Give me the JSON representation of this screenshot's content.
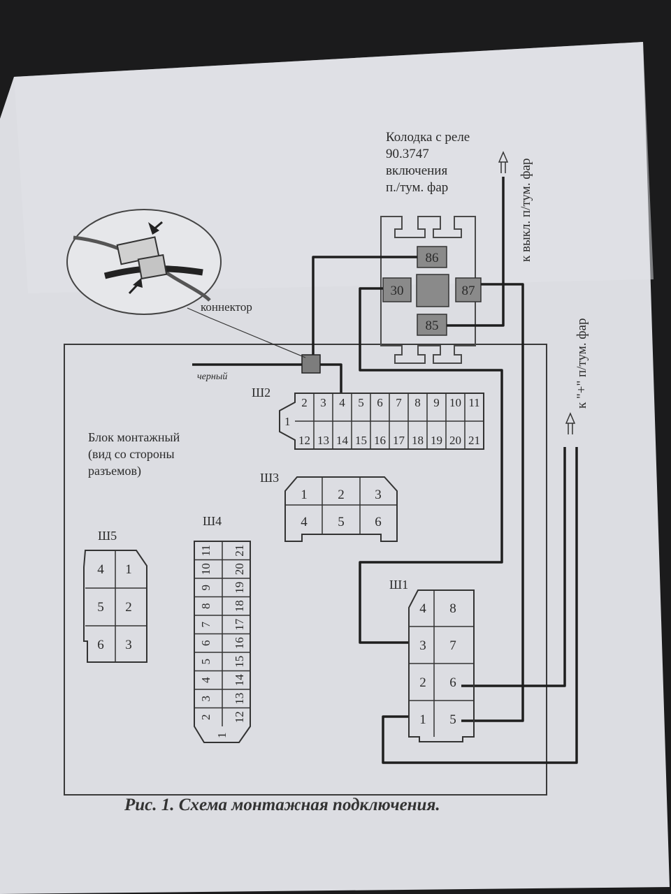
{
  "relay_block": {
    "lines": [
      "Колодка с реле",
      "90.3747",
      "включения",
      "п./тум. фар"
    ],
    "terminals": [
      "86",
      "30",
      "87",
      "85"
    ]
  },
  "labels": {
    "connector": "коннектор",
    "black_wire": "черный",
    "to_switch": "к выкл. п/тум. фар",
    "to_plus": "к \"+\" п/тум. фар",
    "mount_block": [
      "Блок монтажный",
      "(вид со стороны",
      "разъемов)"
    ]
  },
  "connectors": {
    "sh2": {
      "name": "Ш2",
      "top": [
        "2",
        "3",
        "4",
        "5",
        "6",
        "7",
        "8",
        "9",
        "10",
        "11"
      ],
      "bottom": [
        "12",
        "13",
        "14",
        "15",
        "16",
        "17",
        "18",
        "19",
        "20",
        "21"
      ],
      "side": "1"
    },
    "sh3": {
      "name": "Ш3",
      "top": [
        "1",
        "2",
        "3"
      ],
      "bottom": [
        "4",
        "5",
        "6"
      ]
    },
    "sh4": {
      "name": "Ш4",
      "left": [
        "2",
        "3",
        "4",
        "5",
        "6",
        "7",
        "8",
        "9",
        "10",
        "11"
      ],
      "right": [
        "12",
        "13",
        "14",
        "15",
        "16",
        "17",
        "18",
        "19",
        "20",
        "21"
      ],
      "side": "1"
    },
    "sh5": {
      "name": "Ш5",
      "left": [
        "4",
        "5",
        "6"
      ],
      "right": [
        "1",
        "2",
        "3"
      ]
    },
    "sh1": {
      "name": "Ш1",
      "left": [
        "4",
        "3",
        "2",
        "1"
      ],
      "right": [
        "8",
        "7",
        "6",
        "5"
      ]
    }
  },
  "caption": "Рис. 1. Схема монтажная подключения."
}
